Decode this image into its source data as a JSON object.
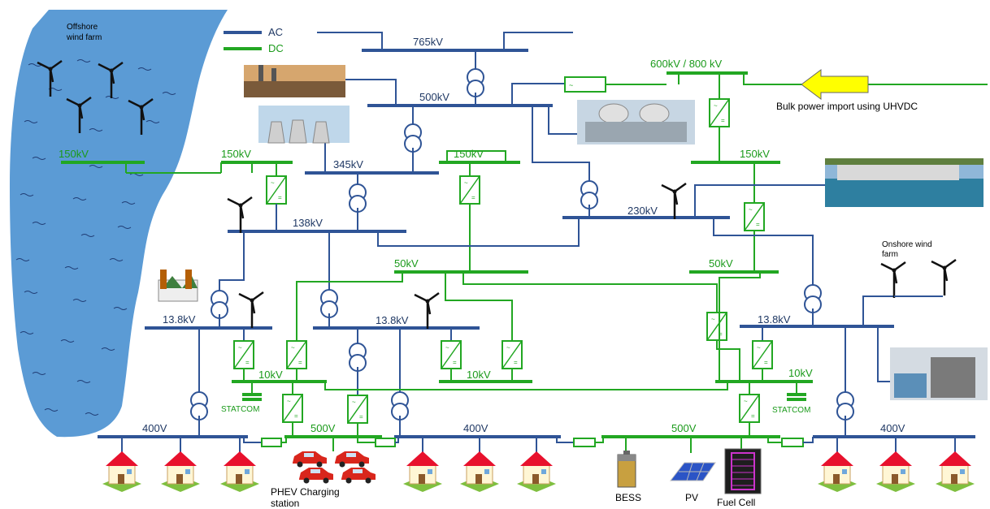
{
  "legend": {
    "ac": "AC",
    "dc": "DC",
    "ac_color": "#2f5496",
    "dc_color": "#22a722"
  },
  "labels": {
    "offshore": "Offshore",
    "wind_farm": "wind farm",
    "bus_150kv_offshore": "150kV",
    "bus_765kv": "765kV",
    "bus_500kv": "500kV",
    "bus_600_800kv": "600kV / 800 kV",
    "bulk_import": "Bulk power import using UHVDC",
    "bus_150kv_left": "150kV",
    "bus_150kv_mid": "150kV",
    "bus_150kv_right": "150kV",
    "bus_345kv": "345kV",
    "bus_138kv": "138kV",
    "bus_230kv": "230kV",
    "bus_50kv_left": "50kV",
    "bus_50kv_right": "50kV",
    "onshore_line1": "Onshore wind",
    "onshore_line2": "farm",
    "bus_13_8kv_left": "13.8kV",
    "bus_13_8kv_mid": "13.8kV",
    "bus_13_8kv_right": "13.8kV",
    "bus_10kv_left": "10kV",
    "bus_10kv_mid": "10kV",
    "bus_10kv_right": "10kV",
    "statcom_left": "STATCOM",
    "statcom_right": "STATCOM",
    "bus_400v_left": "400V",
    "bus_500v_left": "500V",
    "bus_400v_mid": "400V",
    "bus_500v_right": "500V",
    "bus_400v_right": "400V",
    "phev_line1": "PHEV Charging",
    "phev_line2": "station",
    "bess": "BESS",
    "pv": "PV",
    "fuel_cell": "Fuel Cell"
  },
  "colors": {
    "sea": "#5b9bd5",
    "arrow": "#ffff00",
    "house_roof": "#e8112d",
    "car": "#d9261c"
  }
}
